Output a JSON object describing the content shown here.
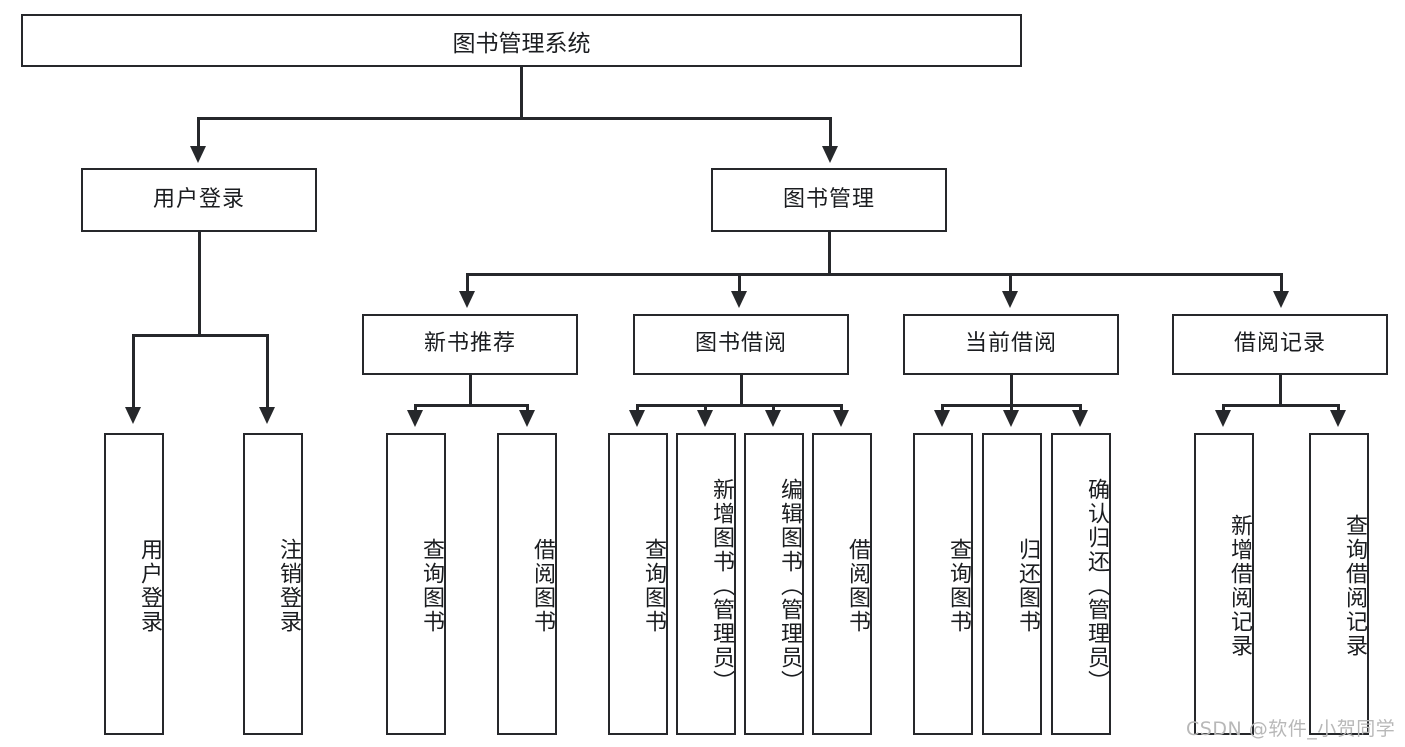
{
  "diagram": {
    "title": "图书管理系统",
    "type": "tree-hierarchy-diagram",
    "watermark": "CSDN @软件_小贺同学",
    "colors": {
      "box_border": "#26282b",
      "box_fill": "#ffffff",
      "text": "#1b1d20",
      "connector": "#26282b",
      "watermark": "#b8b8b8",
      "background": "#ffffff"
    },
    "root": {
      "label": "图书管理系统"
    },
    "level2": [
      {
        "label": "用户登录"
      },
      {
        "label": "图书管理"
      }
    ],
    "level3": [
      {
        "label": "新书推荐"
      },
      {
        "label": "图书借阅"
      },
      {
        "label": "当前借阅"
      },
      {
        "label": "借阅记录"
      }
    ],
    "leaves": {
      "user_login": [
        {
          "label": "用户登录"
        },
        {
          "label": "注销登录"
        }
      ],
      "new_book_recommend": [
        {
          "label": "查询图书"
        },
        {
          "label": "借阅图书"
        }
      ],
      "book_borrow": [
        {
          "label": "查询图书"
        },
        {
          "label": "新增图书（管理员）"
        },
        {
          "label": "编辑图书（管理员）"
        },
        {
          "label": "借阅图书"
        }
      ],
      "current_borrow": [
        {
          "label": "查询图书"
        },
        {
          "label": "归还图书"
        },
        {
          "label": "确认归还（管理员）"
        }
      ],
      "borrow_record": [
        {
          "label": "新增借阅记录"
        },
        {
          "label": "查询借阅记录"
        }
      ]
    }
  }
}
